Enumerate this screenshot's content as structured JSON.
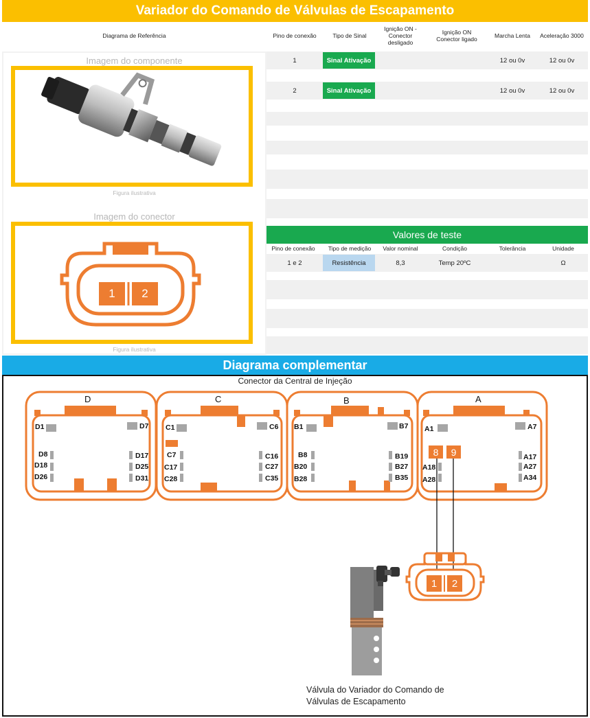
{
  "header": {
    "title": "Variador do Comando de Válvulas de Escapamento"
  },
  "table": {
    "columns": [
      "Diagrama de Referência",
      "Pino de conexão",
      "Tipo de Sinal",
      "Ignição ON - Conector desligado",
      "Ignição ON Conector ligado",
      "Marcha Lenta",
      "Aceleração 3000"
    ],
    "rows": [
      {
        "pin": "1",
        "signal": "Sinal Ativação",
        "ign_off": "",
        "ign_on": "",
        "idle": "12 ou 0v",
        "accel": "12 ou 0v"
      },
      {
        "pin": "2",
        "signal": "Sinal Ativação",
        "ign_off": "",
        "ign_on": "",
        "idle": "12 ou 0v",
        "accel": "12 ou 0v"
      }
    ]
  },
  "left_panel": {
    "component_caption": "Imagem do componente",
    "connector_caption": "Imagem do conector",
    "figure_note": "Figura ilustrativa",
    "connector_pins": [
      "1",
      "2"
    ]
  },
  "test_values": {
    "title": "Valores de teste",
    "columns": [
      "Pino de conexão",
      "Tipo de medição",
      "Valor nominal",
      "Condição",
      "Tolerância",
      "Unidade"
    ],
    "rows": [
      {
        "pin": "1 e 2",
        "type": "Resistência",
        "nominal": "8,3",
        "condition": "Temp 20ºC",
        "tolerance": "",
        "unit": "Ω"
      }
    ]
  },
  "complementary": {
    "title": "Diagrama complementar",
    "ecu_label": "Conector da Central de Injeção",
    "blocks": {
      "D": {
        "label": "D",
        "pins": [
          "D1",
          "D7",
          "D8",
          "D17",
          "D18",
          "D25",
          "D26",
          "D31"
        ]
      },
      "C": {
        "label": "C",
        "pins": [
          "C1",
          "C6",
          "C7",
          "C16",
          "C17",
          "C27",
          "C28",
          "C35"
        ]
      },
      "B": {
        "label": "B",
        "pins": [
          "B1",
          "B7",
          "B8",
          "B19",
          "B20",
          "B27",
          "B28",
          "B35"
        ]
      },
      "A": {
        "label": "A",
        "pins": [
          "A1",
          "A7",
          "A17",
          "A18",
          "A27",
          "A28",
          "A34"
        ]
      }
    },
    "ecu_pins_highlight": [
      "8",
      "9"
    ],
    "valve_connector_pins": [
      "1",
      "2"
    ],
    "valve_label_1": "Válvula do Variador do Comando de",
    "valve_label_2": "Válvulas de Escapamento"
  },
  "colors": {
    "orange": "#ed7d31",
    "yellow": "#fbbf00",
    "green": "#19a94f",
    "blue": "#19abe6",
    "pin_grey": "#a6a6a6"
  }
}
